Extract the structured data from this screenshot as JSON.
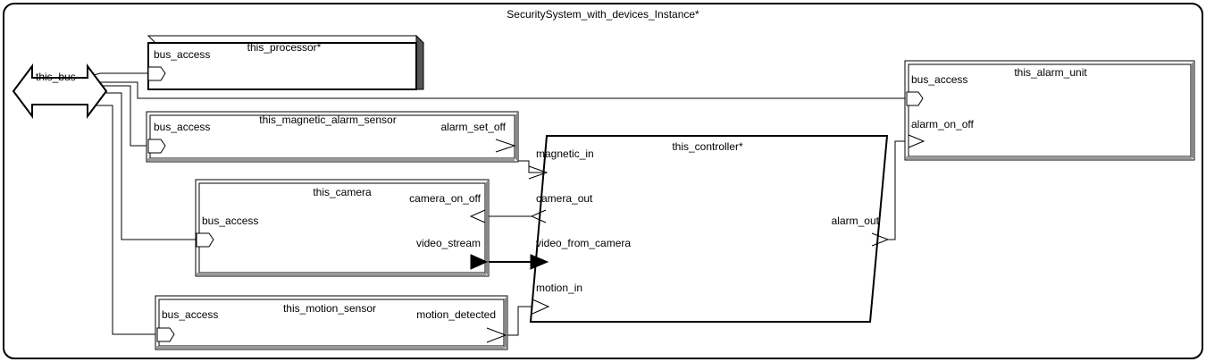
{
  "system": {
    "title": "SecuritySystem_with_devices_Instance*"
  },
  "bus": {
    "label": "this_bus"
  },
  "processor": {
    "name": "this_processor*",
    "bus_access": "bus_access"
  },
  "magnetic_sensor": {
    "name": "this_magnetic_alarm_sensor",
    "bus_access": "bus_access",
    "alarm_set_off": "alarm_set_off"
  },
  "camera": {
    "name": "this_camera",
    "bus_access": "bus_access",
    "camera_on_off": "camera_on_off",
    "video_stream": "video_stream"
  },
  "motion_sensor": {
    "name": "this_motion_sensor",
    "bus_access": "bus_access",
    "motion_detected": "motion_detected"
  },
  "controller": {
    "name": "this_controller*",
    "magnetic_in": "magnetic_in",
    "camera_out": "camera_out",
    "video_from_camera": "video_from_camera",
    "motion_in": "motion_in",
    "alarm_out": "alarm_out"
  },
  "alarm_unit": {
    "name": "this_alarm_unit",
    "bus_access": "bus_access",
    "alarm_on_off": "alarm_on_off"
  }
}
